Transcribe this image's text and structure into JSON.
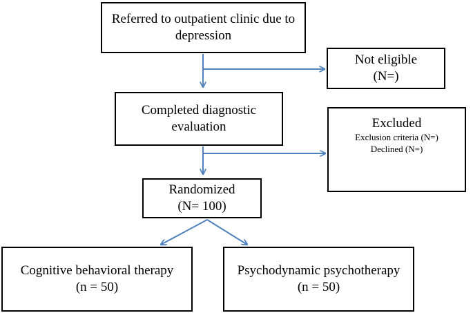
{
  "referred": {
    "line1": "Referred to outpatient clinic due to",
    "line2": "depression"
  },
  "not_eligible": {
    "line1": "Not eligible",
    "line2": "(N=)"
  },
  "diagnostic": {
    "line1": "Completed diagnostic",
    "line2": "evaluation"
  },
  "excluded": {
    "title": "Excluded",
    "line1": "Exclusion criteria (N=)",
    "line2": "Declined (N=)"
  },
  "randomized": {
    "line1": "Randomized",
    "line2": "(N= 100)"
  },
  "cbt": {
    "line1": "Cognitive behavioral therapy",
    "line2": "(n = 50)"
  },
  "pdt": {
    "line1": "Psychodynamic psychotherapy",
    "line2": "(n = 50)"
  },
  "colors": {
    "arrow": "#4f81bd",
    "box_border": "#000000"
  }
}
